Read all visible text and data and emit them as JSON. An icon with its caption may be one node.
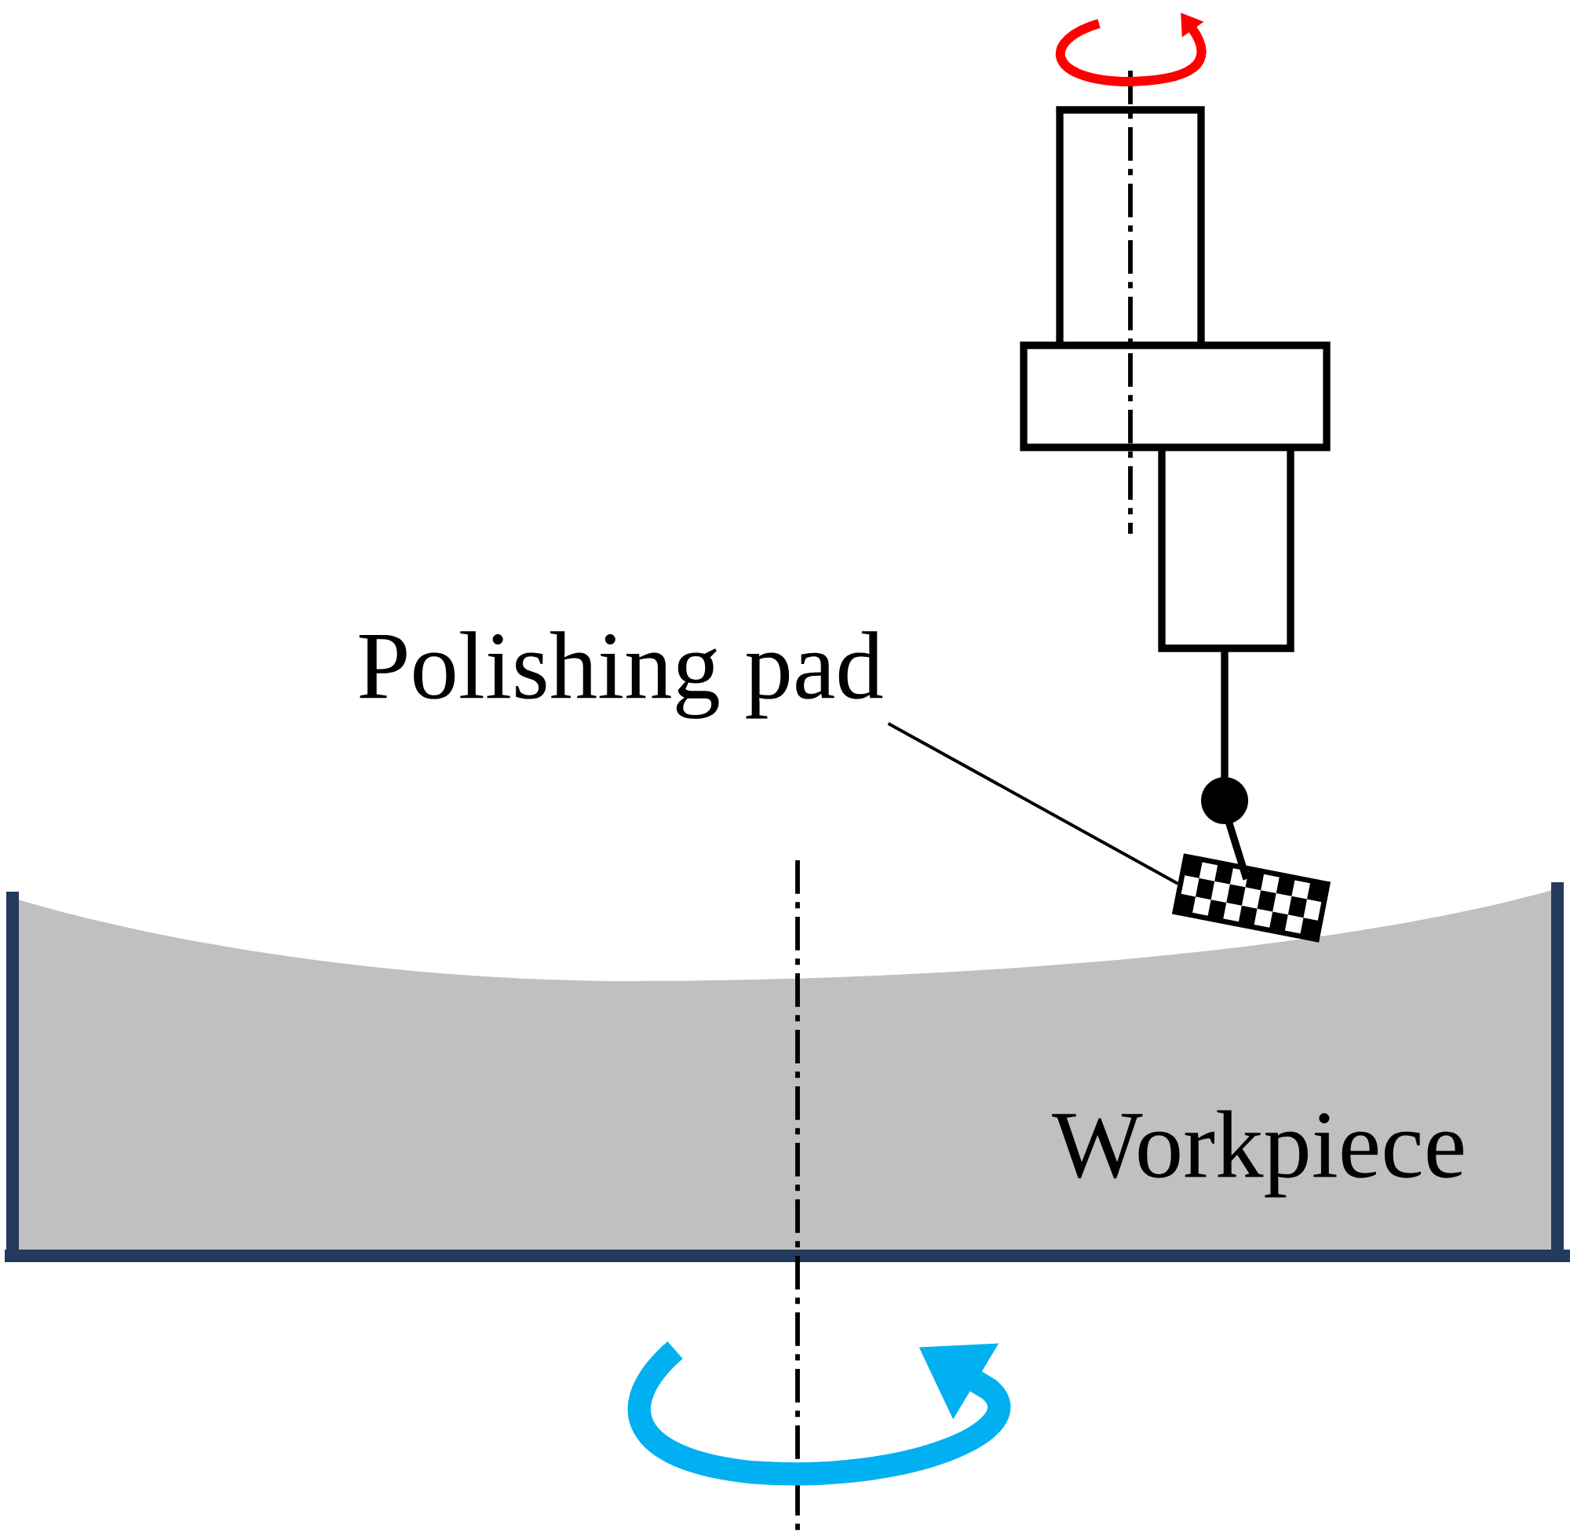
{
  "diagram": {
    "nodes": [
      {
        "text": [
          "Polishing pad"
        ]
      },
      {
        "text": [],
        "shape": "box"
      },
      {
        "text": [
          "Workpiece"
        ]
      }
    ],
    "edges": [
      {
        "from": 0,
        "to": 1,
        "arrow": "none"
      }
    ]
  }
}
